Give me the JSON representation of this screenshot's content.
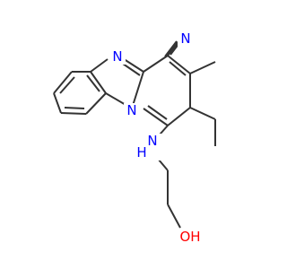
{
  "molecule": {
    "atoms": {
      "n_nitrile": "N",
      "n_imine": "N",
      "n_ring": "N",
      "n_amine": "N",
      "h_amine": "H",
      "o_hydroxyl": "OH"
    }
  },
  "colors": {
    "bond": "#333333",
    "nitrogen": "#0000ff",
    "oxygen": "#ff0000"
  }
}
